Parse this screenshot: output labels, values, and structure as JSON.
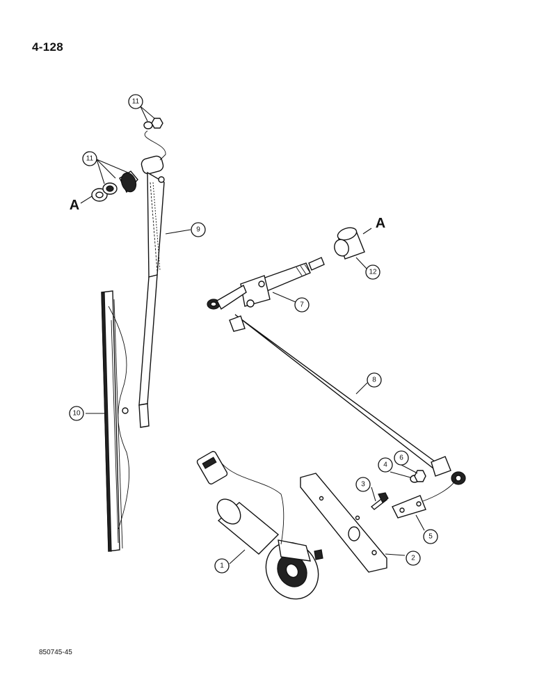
{
  "page_number": "4-128",
  "figure_code": "850745-45",
  "ref_letter": "A",
  "callouts": {
    "c1": "1",
    "c2": "2",
    "c3": "3",
    "c4": "4",
    "c5": "5",
    "c6": "6",
    "c7": "7",
    "c8": "8",
    "c9": "9",
    "c10": "10",
    "c11": "11",
    "c12": "12"
  }
}
